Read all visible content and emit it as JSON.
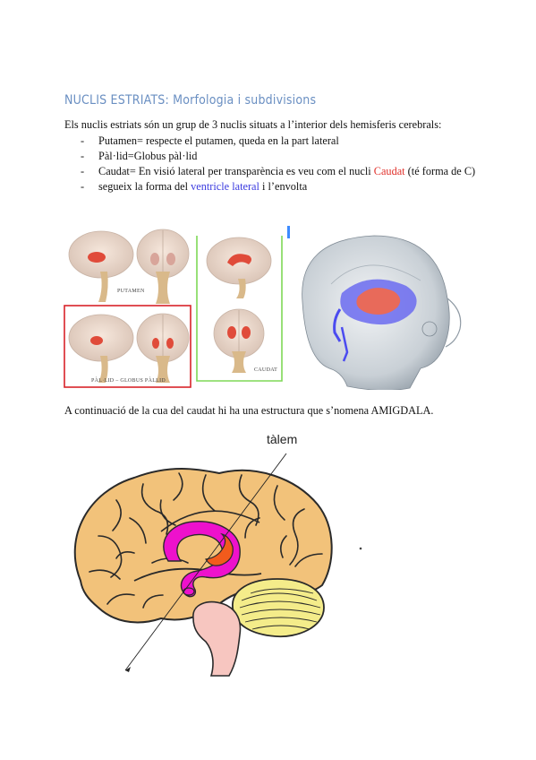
{
  "heading": "NUCLIS ESTRIATS: Morfologia i subdivisions",
  "intro": "Els nuclis estriats són un grup de 3 nuclis situats a l’interior dels hemisferis cerebrals:",
  "bullets": {
    "putamen": "Putamen= respecte el putamen, queda en la part lateral",
    "pallid": "Pàl·lid=Globus pàl·lid",
    "caudat_a": "Caudat= En visió lateral per transparència es veu com el nucli ",
    "caudat_word": "Caudat",
    "caudat_b": " (té forma de C)",
    "caudat2_a": "segueix la forma del ",
    "ventricle": "ventricle lateral",
    "caudat2_b": " i l’envolta"
  },
  "figure1_labels": {
    "putamen": "PUTAMEN",
    "pallid": "PÀL·LID – GLOBUS PÀLLID",
    "caudat": "CAUDAT"
  },
  "outro": "A continuació de la cua del caudat hi ha una estructura que s’nomena AMIGDALA.",
  "figure2_label": "tàlem",
  "colors": {
    "heading": "#6a8fc2",
    "red_text": "#e0302a",
    "blue_text": "#3a3adf",
    "box_red": "#d9232a",
    "box_green": "#7ed957",
    "brain_fill": "#f2c27a",
    "caudate": "#ee11cc",
    "putamen": "#f25b1c",
    "cerebellum": "#f4ec8a",
    "brainstem": "#f7c6c0"
  }
}
